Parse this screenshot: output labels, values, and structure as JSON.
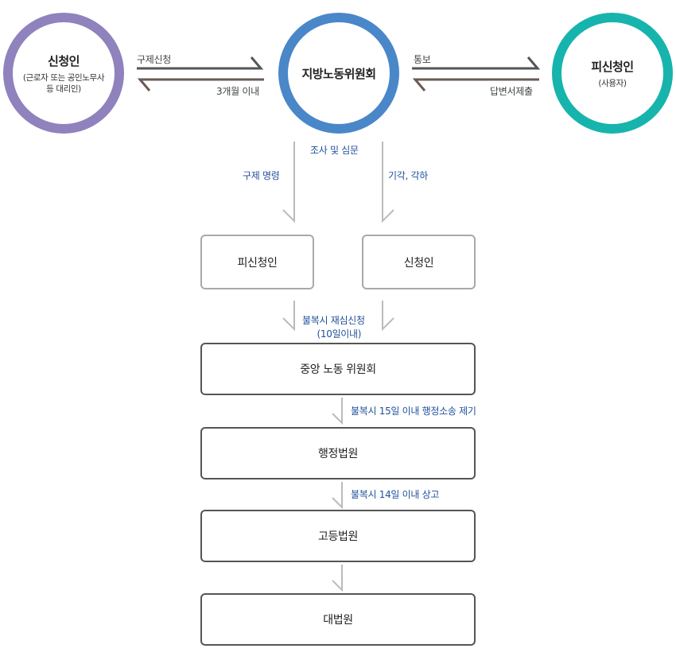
{
  "top_row": {
    "applicant": {
      "title": "신청인",
      "sub_line1": "(근로자 또는 공인노무사",
      "sub_line2": "등 대리인)"
    },
    "committee": {
      "title": "지방노동위원회"
    },
    "respondent": {
      "title": "피신청인",
      "sub": "(사용자)"
    },
    "arrow_left_to_mid": "구제신청",
    "arrow_mid_to_left": "3개월 이내",
    "arrow_mid_to_right": "통보",
    "arrow_right_to_mid": "답변서제출"
  },
  "investigation": {
    "label": "조사 및 심문",
    "left_branch": "구제 명령",
    "right_branch": "기각, 각하"
  },
  "outcome_boxes": {
    "left": "피신청인",
    "right": "신청인"
  },
  "steps": {
    "step1_note_line1": "불복시 재심신청",
    "step1_note_line2": "(10일이내)",
    "central_committee": "중앙 노동 위원회",
    "step2_note": "불복시 15일 이내 행정소송 제기",
    "administrative_court": "행정법원",
    "step3_note": "불복시 14일 이내 상고",
    "high_court": "고등법원",
    "supreme_court": "대법원"
  },
  "colors": {
    "applicant_ring": "#8f82bd",
    "committee_ring": "#4a87c9",
    "respondent_ring": "#17b4ad",
    "note_text": "#1f4f9a",
    "arrow_dark": "#555555",
    "arrow_light": "#bbbbbb"
  }
}
